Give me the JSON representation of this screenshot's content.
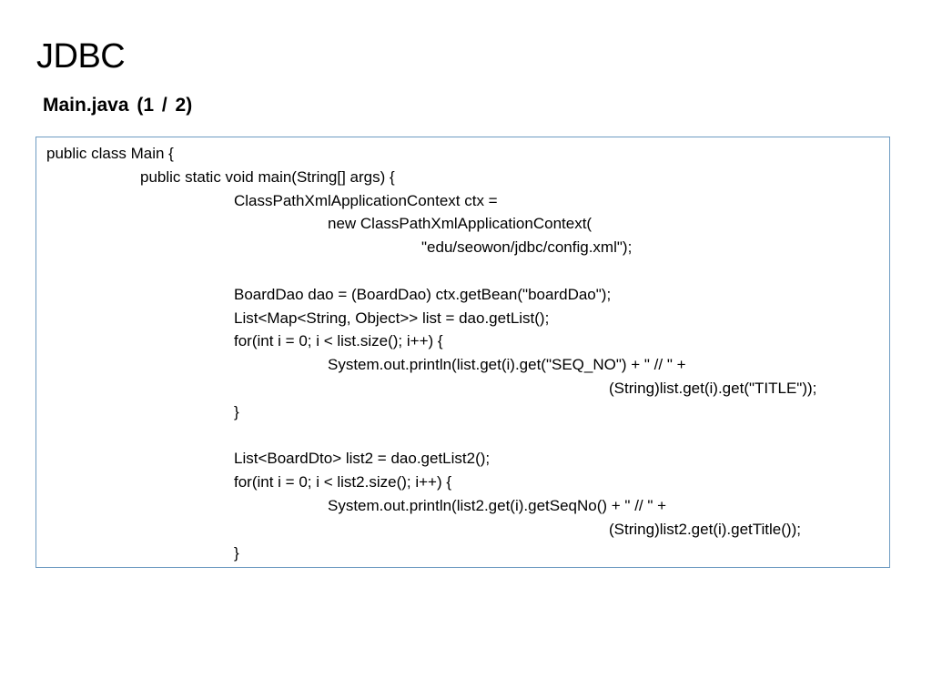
{
  "slide": {
    "title": "JDBC",
    "subtitle": "Main.java (1 / 2)"
  },
  "code": {
    "lines": [
      {
        "indent": 0,
        "text": "public class Main {"
      },
      {
        "indent": 1,
        "text": "public static void main(String[] args) {"
      },
      {
        "indent": 2,
        "text": "ClassPathXmlApplicationContext ctx ="
      },
      {
        "indent": 3,
        "text": "new ClassPathXmlApplicationContext("
      },
      {
        "indent": 4,
        "text": "\"edu/seowon/jdbc/config.xml\");"
      },
      {
        "indent": 0,
        "text": ""
      },
      {
        "indent": 2,
        "text": "BoardDao dao = (BoardDao) ctx.getBean(\"boardDao\");"
      },
      {
        "indent": 2,
        "text": "List<Map<String, Object>> list = dao.getList();"
      },
      {
        "indent": 2,
        "text": "for(int i = 0; i < list.size(); i++) {"
      },
      {
        "indent": 3,
        "text": "System.out.println(list.get(i).get(\"SEQ_NO\") + \" // \" +"
      },
      {
        "indent": 6,
        "text": "(String)list.get(i).get(\"TITLE\"));"
      },
      {
        "indent": 2,
        "text": "}"
      },
      {
        "indent": 0,
        "text": ""
      },
      {
        "indent": 2,
        "text": "List<BoardDto> list2 = dao.getList2();"
      },
      {
        "indent": 2,
        "text": "for(int i = 0; i < list2.size(); i++) {"
      },
      {
        "indent": 3,
        "text": "System.out.println(list2.get(i).getSeqNo() + \" // \" +"
      },
      {
        "indent": 6,
        "text": "(String)list2.get(i).getTitle());"
      },
      {
        "indent": 2,
        "text": "}"
      }
    ]
  }
}
